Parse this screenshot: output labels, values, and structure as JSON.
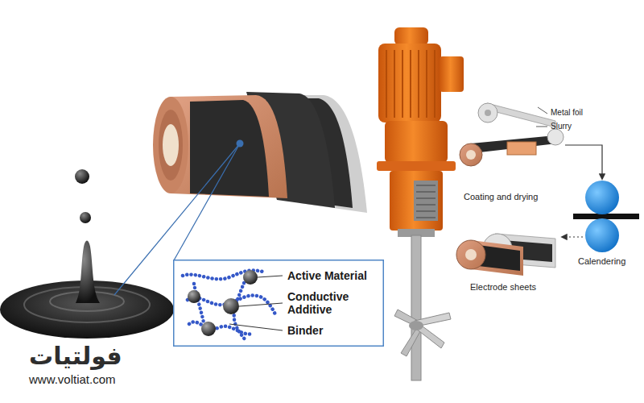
{
  "diagram": {
    "nodes": [
      {
        "text": [
          "Active Material",
          "Conductive Additive",
          "Binder"
        ]
      }
    ],
    "labels": [
      "Metal foil",
      "Slurry",
      "Coating and drying",
      "Calendering",
      "Electrode sheets",
      "فولتيات",
      "www.voltiat.com"
    ]
  }
}
